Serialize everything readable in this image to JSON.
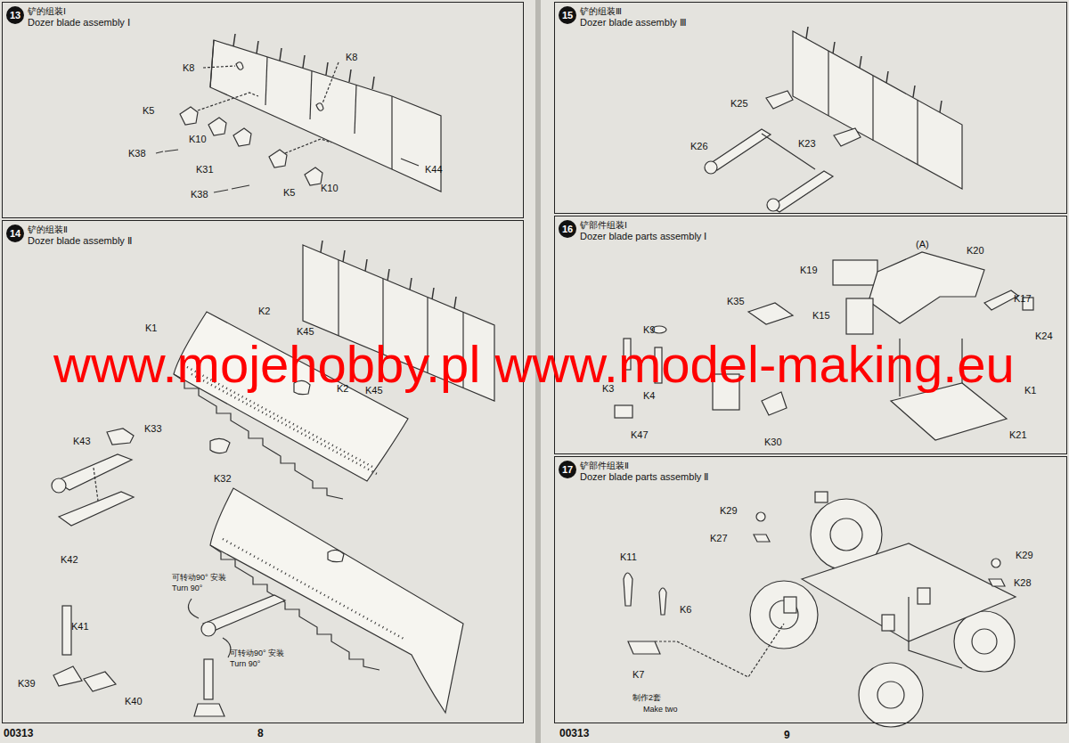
{
  "diagram": {
    "nodes": [
      {
        "text": [
          "铲的组装Ⅰ",
          "Dozer blade assembly Ⅰ"
        ]
      },
      {
        "text": [
          "13"
        ],
        "in": 0
      },
      {
        "text": [
          "铲的组装Ⅱ",
          "Dozer blade assembly Ⅱ"
        ]
      },
      {
        "text": [
          "14"
        ],
        "in": 2
      },
      {
        "text": [
          "铲的组装Ⅲ",
          "Dozer blade assembly Ⅲ"
        ]
      },
      {
        "text": [
          "15"
        ],
        "in": 4
      },
      {
        "text": [
          "铲部件组装Ⅰ",
          "Dozer blade parts assembly Ⅰ"
        ]
      },
      {
        "text": [
          "16"
        ],
        "in": 6
      },
      {
        "text": [
          "铲部件组装Ⅱ",
          "Dozer blade parts assembly Ⅱ"
        ]
      },
      {
        "text": [
          "17"
        ],
        "in": 8
      }
    ],
    "labels": [
      "K8",
      "K8",
      "K5",
      "K10",
      "K38",
      "K31",
      "K5",
      "K10",
      "K38",
      "K44",
      "K2",
      "K45",
      "K1",
      "K2",
      "K45",
      "K33",
      "K43",
      "K32",
      "K42",
      "K41",
      "K39",
      "K40",
      "可转动90° 安装",
      "Turn 90°",
      "可转动90° 安装",
      "Turn 90°",
      "K25",
      "K26",
      "K23",
      "K19",
      "K20",
      "(A)",
      "K15",
      "K17",
      "K24",
      "K35",
      "K9",
      "K3",
      "K4",
      "K47",
      "K30",
      "K21",
      "K1",
      "K29",
      "K27",
      "K11",
      "K6",
      "K7",
      "制作2套",
      "Make two",
      "K29",
      "K28",
      "00313",
      "8",
      "00313",
      "9",
      "www.mojehobby.pl www.model-making.eu"
    ]
  }
}
